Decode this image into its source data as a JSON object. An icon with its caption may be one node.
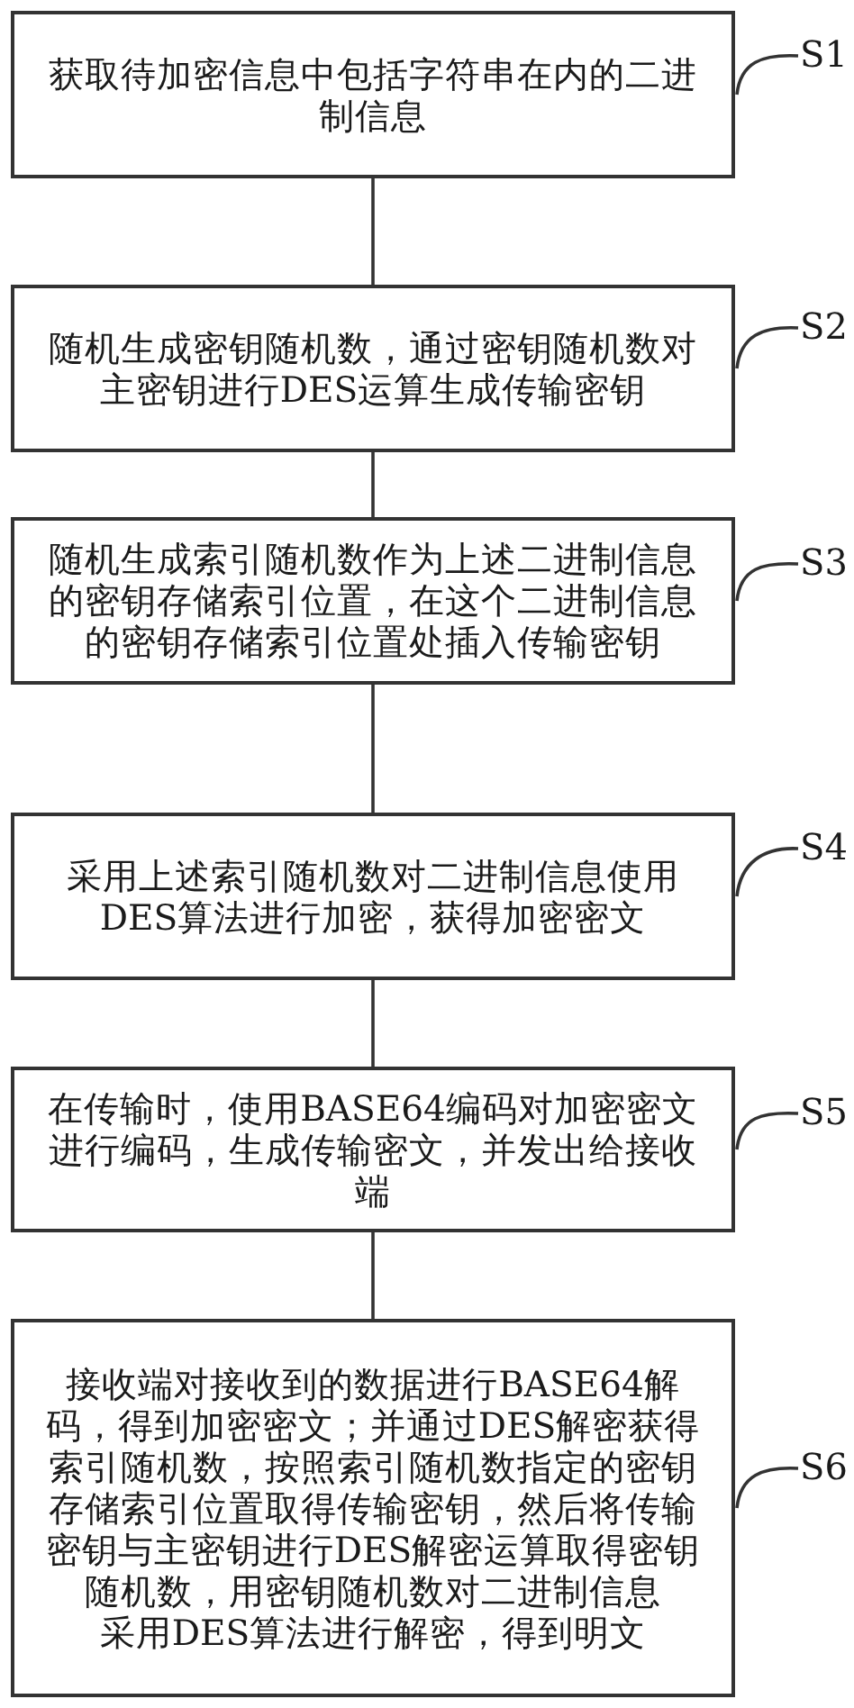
{
  "diagram": {
    "nodes": [
      {
        "text": [
          "获取待加密信息中包括字符串在内的二进制信息"
        ]
      },
      {
        "text": [
          "随机生成密钥随机数，通过密钥随机数对主密钥进行DES运算生成传输密钥"
        ]
      },
      {
        "text": [
          "随机生成索引随机数作为上述二进制信息的密钥存储索引位置，在这个二进制信息的密钥存储索引位置处插入传输密钥"
        ]
      },
      {
        "text": [
          "采用上述索引随机数对二进制信息使用DES算法进行加密，获得加密密文"
        ]
      },
      {
        "text": [
          "在传输时，使用BASE64编码对加密密文进行编码，生成传输密文，并发出给接收端"
        ]
      },
      {
        "text": [
          "接收端对接收到的数据进行BASE64解码，得到加密密文；并通过DES解密获得索引随机数，按照索引随机数指定的密钥存储索引位置取得传输密钥，然后将传输密钥与主密钥进行DES解密运算取得密钥随机数，用密钥随机数对二进制信息",
          "采用DES算法进行解密，得到明文"
        ]
      },
      {
        "text": [
          "S1"
        ]
      },
      {
        "text": [
          "S2"
        ]
      },
      {
        "text": [
          "S3"
        ]
      },
      {
        "text": [
          "S4"
        ]
      },
      {
        "text": [
          "S5"
        ]
      },
      {
        "text": [
          "S6"
        ]
      }
    ],
    "edges": [
      {
        "from": 0,
        "to": 1,
        "arrow": "none"
      },
      {
        "from": 1,
        "to": 2,
        "arrow": "none"
      },
      {
        "from": 2,
        "to": 3,
        "arrow": "none"
      },
      {
        "from": 3,
        "to": 4,
        "arrow": "none"
      },
      {
        "from": 4,
        "to": 5,
        "arrow": "none"
      },
      {
        "from": 6,
        "to": 0,
        "arrow": "none"
      },
      {
        "from": 7,
        "to": 1,
        "arrow": "none"
      },
      {
        "from": 8,
        "to": 2,
        "arrow": "none"
      },
      {
        "from": 9,
        "to": 3,
        "arrow": "none"
      },
      {
        "from": 10,
        "to": 4,
        "arrow": "none"
      },
      {
        "from": 11,
        "to": 5,
        "arrow": "none"
      }
    ]
  }
}
